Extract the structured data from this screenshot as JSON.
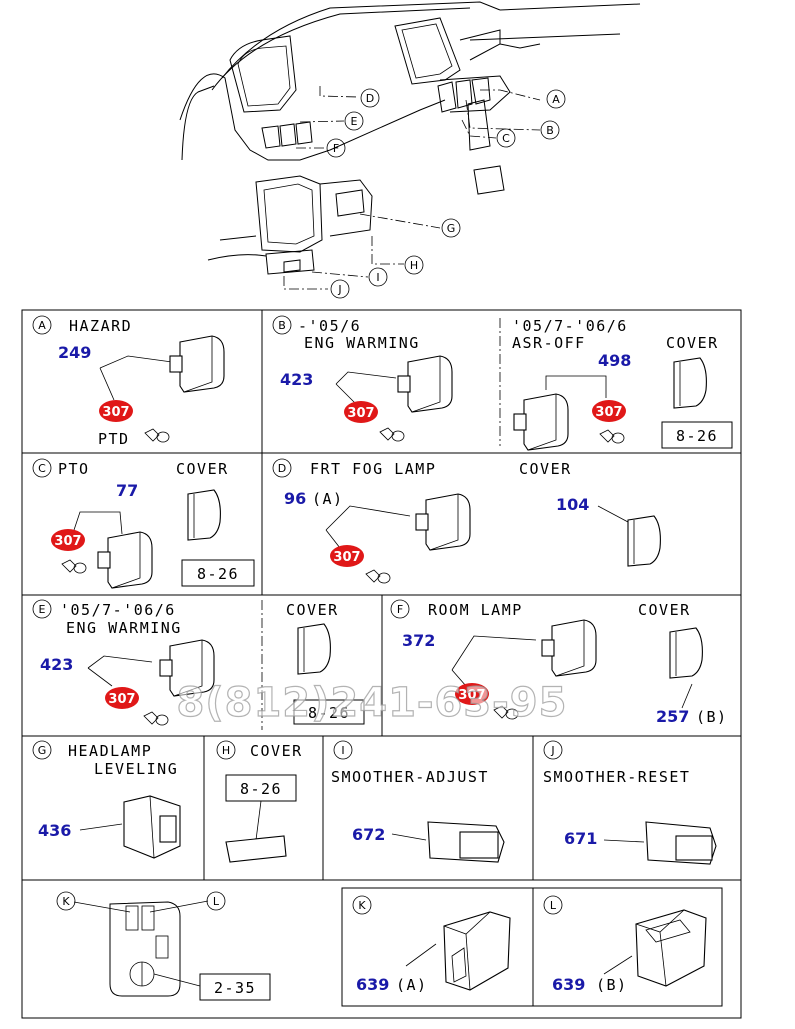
{
  "overview": {
    "callouts": [
      "D",
      "E",
      "F",
      "A",
      "B",
      "C",
      "G",
      "H",
      "I",
      "J"
    ]
  },
  "panels": {
    "A": {
      "letter": "A",
      "title": "HAZARD",
      "part": "249",
      "badge": "307",
      "bulb": "PTD"
    },
    "B1": {
      "letter": "B",
      "title1": "-'05/6",
      "title2": "ENG WARMING",
      "part": "423",
      "badge": "307"
    },
    "B2": {
      "title1": "'05/7-'06/6",
      "title2": "ASR-OFF",
      "cover": "COVER",
      "part": "498",
      "badge": "307",
      "ref": "8-26"
    },
    "C": {
      "letter": "C",
      "title": "PTO",
      "cover": "COVER",
      "part": "77",
      "badge": "307",
      "ref": "8-26"
    },
    "D": {
      "letter": "D",
      "title": "FRT FOG LAMP",
      "cover": "COVER",
      "part": "96",
      "part_suffix": "(A)",
      "badge": "307",
      "cover_part": "104"
    },
    "E": {
      "letter": "E",
      "title1": "'05/7-'06/6",
      "title2": "ENG WARMING",
      "cover": "COVER",
      "part": "423",
      "badge": "307",
      "ref": "8-26"
    },
    "F": {
      "letter": "F",
      "title": "ROOM LAMP",
      "cover": "COVER",
      "part": "372",
      "badge": "307",
      "cover_part": "257",
      "cover_suffix": "(B)"
    },
    "G": {
      "letter": "G",
      "title1": "HEADLAMP",
      "title2": "LEVELING",
      "part": "436"
    },
    "H": {
      "letter": "H",
      "title": "COVER",
      "ref": "8-26"
    },
    "I": {
      "letter": "I",
      "title": "SMOOTHER-ADJUST",
      "part": "672"
    },
    "J": {
      "letter": "J",
      "title": "SMOOTHER-RESET",
      "part": "671"
    },
    "KL": {
      "k": "K",
      "l": "L",
      "ref": "2-35"
    },
    "K": {
      "letter": "K",
      "part": "639",
      "suffix": "(A)"
    },
    "L": {
      "letter": "L",
      "part": "639",
      "suffix": "(B)"
    }
  },
  "watermark": "8(812)241-63-95",
  "colors": {
    "badge": "#e01818",
    "part_number": "#1a1aa8",
    "line": "#000000"
  }
}
